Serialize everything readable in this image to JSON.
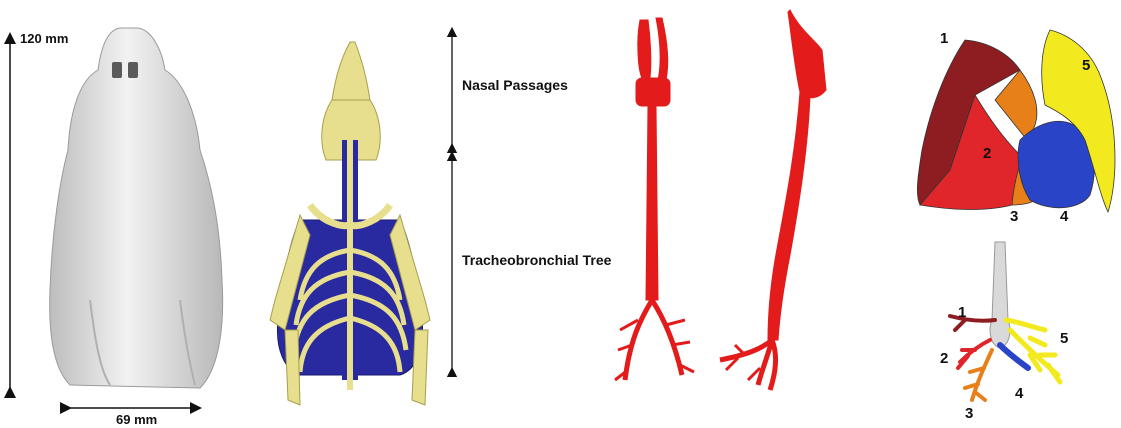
{
  "dimensions": {
    "height": "120 mm",
    "width": "69 mm"
  },
  "regions": {
    "upper": "Nasal Passages",
    "lower": "Tracheobronchial Tree"
  },
  "lobe_labels": [
    "1",
    "2",
    "3",
    "4",
    "5"
  ],
  "colors": {
    "body": "#e6e6e6",
    "skeleton": "#e8df8e",
    "lung_blue": "#2a2aa0",
    "airway": "#e31b1b",
    "lobe1": "#8e1d22",
    "lobe2": "#e0262a",
    "lobe3": "#e8801a",
    "lobe4": "#2a44c8",
    "lobe5": "#f2ea1e",
    "trachea": "#d9d9d9"
  }
}
